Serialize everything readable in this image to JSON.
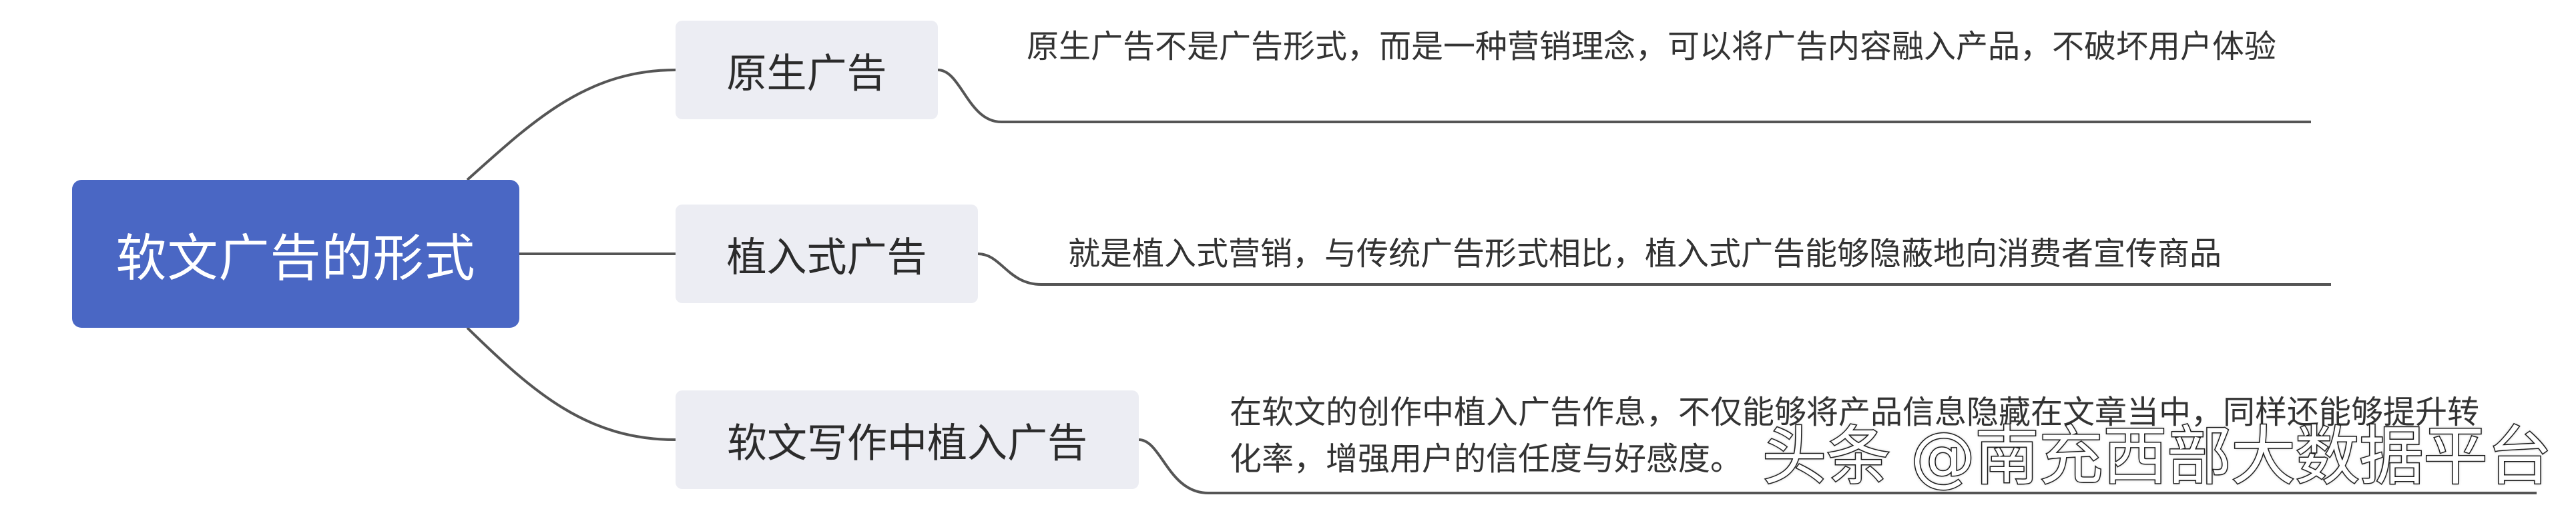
{
  "root": {
    "label": "软文广告的形式"
  },
  "branches": [
    {
      "label": "原生广告",
      "description": "原生广告不是广告形式，而是一种营销理念，可以将广告内容融入产品，不破坏用户体验"
    },
    {
      "label": "植入式广告",
      "description": "就是植入式营销，与传统广告形式相比，植入式广告能够隐蔽地向消费者宣传商品"
    },
    {
      "label": "软文写作中植入广告",
      "description": "在软文的创作中植入广告作息，不仅能够将产品信息隐藏在文章当中，同样还能够提升转化率，增强用户的信任度与好感度。"
    }
  ],
  "watermark": {
    "text": "头条 @南充西部大数据平台"
  },
  "colors": {
    "root_fill": "#4a67c4",
    "branch_fill": "#ecedf3",
    "connector": "#555555"
  }
}
